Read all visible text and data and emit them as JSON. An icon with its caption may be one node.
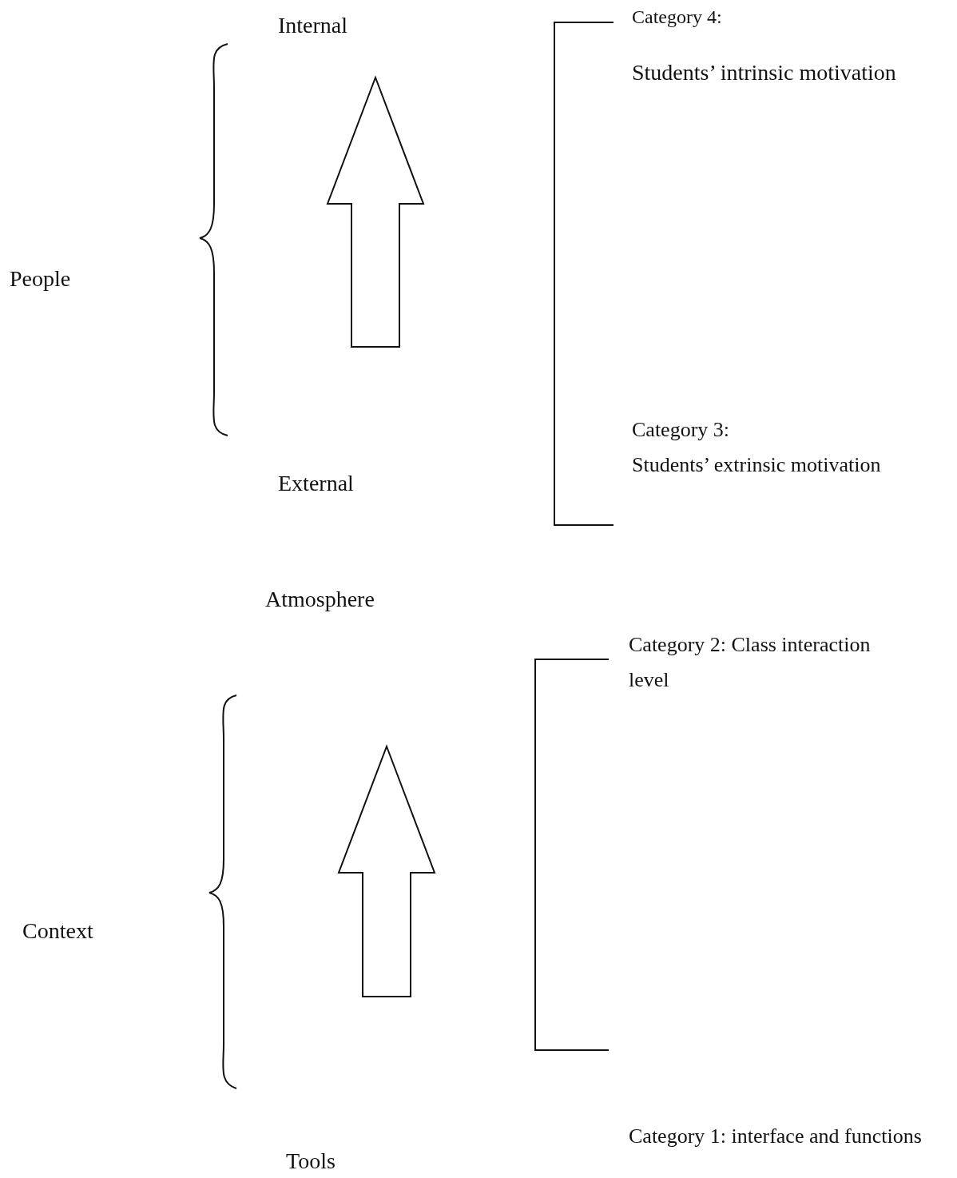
{
  "diagram": {
    "nodes": [
      {
        "text": [
          "Internal"
        ]
      },
      {
        "text": [
          "External"
        ]
      },
      {
        "text": [
          "Atmosphere"
        ]
      },
      {
        "text": [
          "Tools"
        ]
      }
    ],
    "edges": [
      {
        "from": 1,
        "to": 0,
        "arrow": "to"
      },
      {
        "from": 3,
        "to": 2,
        "arrow": "to"
      }
    ],
    "labels": [
      "Category 4:",
      "Students’ intrinsic motivation",
      "People",
      "Category 3:",
      "Students’ extrinsic motivation",
      "Category 2: Class interaction level",
      "Context",
      "Category 1: interface and functions"
    ]
  }
}
